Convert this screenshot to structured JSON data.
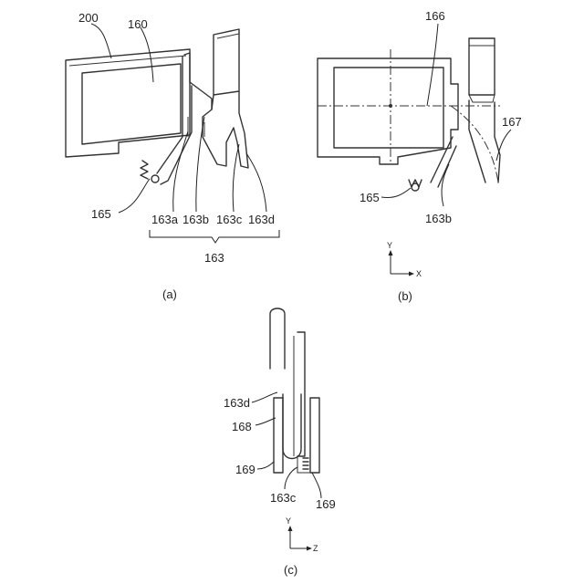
{
  "figure_a": {
    "labels": {
      "l200": "200",
      "l160": "160",
      "l165": "165",
      "l163a": "163a",
      "l163b": "163b",
      "l163c": "163c",
      "l163d": "163d",
      "l163": "163"
    },
    "caption": "(a)"
  },
  "figure_b": {
    "labels": {
      "l166": "166",
      "l167": "167",
      "l165": "165",
      "l163b": "163b"
    },
    "axis": {
      "vertical": "Y",
      "horizontal": "X"
    },
    "caption": "(b)"
  },
  "figure_c": {
    "labels": {
      "l163d": "163d",
      "l168": "168",
      "l169_left": "169",
      "l163c": "163c",
      "l169_right": "169"
    },
    "axis": {
      "vertical": "Y",
      "horizontal": "Z"
    },
    "caption": "(c)"
  }
}
